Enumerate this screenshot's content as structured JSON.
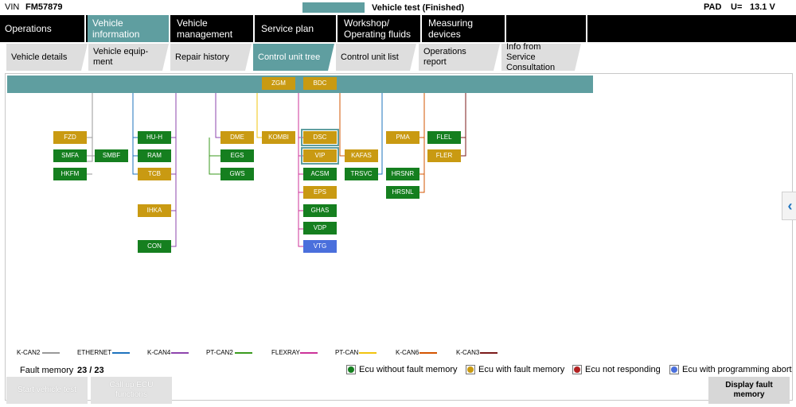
{
  "header": {
    "vin_label": "VIN",
    "vin": "FM57879",
    "status_text": "Vehicle test (Finished)",
    "pad_label": "PAD",
    "voltage_label": "U=",
    "voltage": "13.1 V",
    "accent_color": "#5f9ea0"
  },
  "main_tabs": [
    {
      "label": "Operations"
    },
    {
      "label": "Vehicle information"
    },
    {
      "label": "Vehicle management"
    },
    {
      "label": "Service plan"
    },
    {
      "label": "Workshop/ Operating fluids"
    },
    {
      "label": "Measuring devices"
    }
  ],
  "sub_tabs": [
    {
      "label": "Vehicle details"
    },
    {
      "label": "Vehicle equip-ment"
    },
    {
      "label": "Repair history"
    },
    {
      "label": "Control unit tree"
    },
    {
      "label": "Control unit list"
    },
    {
      "label": "Operations report"
    },
    {
      "label": "Info from Service Consultation"
    }
  ],
  "ecus": {
    "zgm": "ZGM",
    "bdc": "BDC",
    "fzd": "FZD",
    "smfa": "SMFA",
    "hkfm": "HKFM",
    "smbf": "SMBF",
    "huh": "HU-H",
    "ram": "RAM",
    "tcb": "TCB",
    "ihka": "IHKA",
    "con": "CON",
    "dme": "DME",
    "egs": "EGS",
    "gws": "GWS",
    "kombi": "KOMBI",
    "dsc": "DSC",
    "vip": "VIP",
    "acsm": "ACSM",
    "eps": "EPS",
    "ghas": "GHAS",
    "vdp": "VDP",
    "vtg": "VTG",
    "kafas": "KAFAS",
    "trsvc": "TRSVC",
    "pma": "PMA",
    "hrsnr": "HRSNR",
    "hrsnl": "HRSNL",
    "flel": "FLEL",
    "fler": "FLER"
  },
  "bus_legend": [
    {
      "label": "K-CAN2",
      "color": "#999999"
    },
    {
      "label": "ETHERNET",
      "color": "#1e73be"
    },
    {
      "label": "K-CAN4",
      "color": "#8e44ad"
    },
    {
      "label": "PT-CAN2",
      "color": "#3a9a1e"
    },
    {
      "label": "FLEXRAY",
      "color": "#cc3399"
    },
    {
      "label": "PT-CAN",
      "color": "#f2c40f"
    },
    {
      "label": "K-CAN6",
      "color": "#d35400"
    },
    {
      "label": "K-CAN3",
      "color": "#7b1a1a"
    }
  ],
  "fault_memory": {
    "label": "Fault memory",
    "value": "23 / 23"
  },
  "status_legend": [
    {
      "label": "Ecu without fault memory",
      "color": "#157f1f"
    },
    {
      "label": "Ecu with fault memory",
      "color": "#c99a12"
    },
    {
      "label": "Ecu not responding",
      "color": "#b22222"
    },
    {
      "label": "Ecu with programming abort",
      "color": "#4a6fdc"
    }
  ],
  "buttons": {
    "start_vehicle_test": "Start vehicle test",
    "call_up_ecu": "Call up ECU functions",
    "display_fault_memory": "Display fault memory"
  },
  "side_arrow_icon": "chevron-left-icon"
}
